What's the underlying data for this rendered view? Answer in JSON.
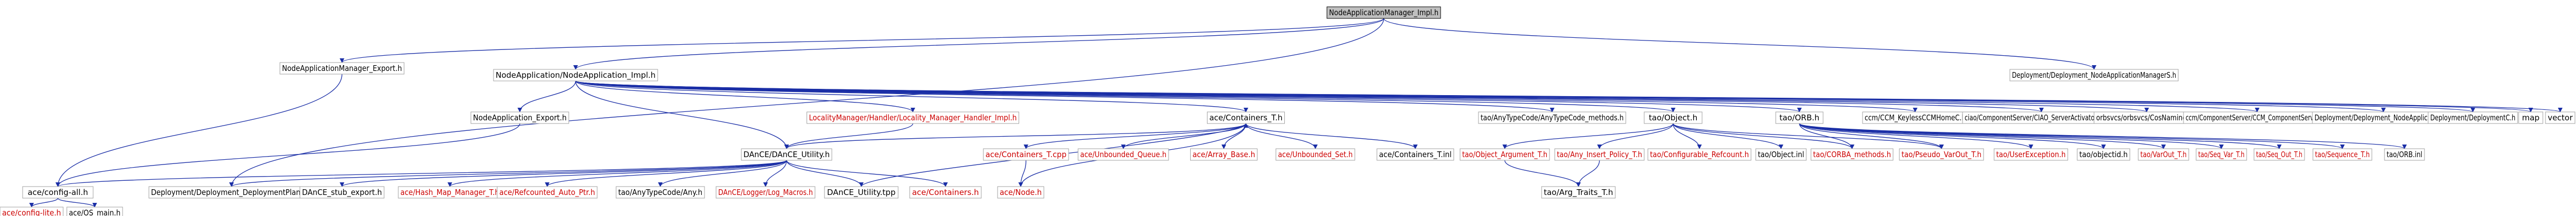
{
  "graph": {
    "title": "include dependency graph",
    "colors": {
      "edge": "#1a2ea6",
      "root_fill": "#bfbfbf",
      "node_border": "#a2a2a2",
      "red_text": "#cc0000"
    },
    "nodes": [
      {
        "id": "root",
        "label": "NodeApplicationManager_Impl.h",
        "style": "root"
      },
      {
        "id": "nam_export",
        "label": "NodeApplicationManager_Export.h",
        "style": "normal"
      },
      {
        "id": "nai",
        "label": "NodeApplication/NodeApplication_Impl.h",
        "style": "normal"
      },
      {
        "id": "dd_namS",
        "label": "Deployment/Deployment_NodeApplicationManagerS.h",
        "style": "normal"
      },
      {
        "id": "lm_handler",
        "label": "LocalityManager/Handler/Locality_Manager_Handler_Impl.h",
        "style": "red"
      },
      {
        "id": "na_export",
        "label": "NodeApplication_Export.h",
        "style": "normal"
      },
      {
        "id": "containers",
        "label": "ace/Containers_T.h",
        "style": "normal"
      },
      {
        "id": "anytypecode_methods",
        "label": "tao/AnyTypeCode/AnyTypeCode_methods.h",
        "style": "normal"
      },
      {
        "id": "tao_object",
        "label": "tao/Object.h",
        "style": "normal"
      },
      {
        "id": "tao_orb",
        "label": "tao/ORB.h",
        "style": "normal"
      },
      {
        "id": "ccm_keys",
        "label": "ccm/CCM_KeylessCCMHomeC.h",
        "style": "normal"
      },
      {
        "id": "ciao_server",
        "label": "ciao/ComponentServer/CIAO_ServerActivator_Impl.h",
        "style": "normal"
      },
      {
        "id": "orbsvcs",
        "label": "orbsvcs/orbsvcs/CosNamingC.h",
        "style": "normal"
      },
      {
        "id": "ccm_cs",
        "label": "ccm/ComponentServer/CCM_ComponentServerC.h",
        "style": "normal"
      },
      {
        "id": "dd_na",
        "label": "Deployment/Deployment_NodeApplicationS.h",
        "style": "normal"
      },
      {
        "id": "dd_c",
        "label": "Deployment/DeploymentC.h",
        "style": "normal"
      },
      {
        "id": "map",
        "label": "map",
        "style": "normal"
      },
      {
        "id": "vector",
        "label": "vector",
        "style": "normal"
      },
      {
        "id": "dance_utility",
        "label": "DAnCE/DAnCE_Utility.h",
        "style": "normal"
      },
      {
        "id": "containers_cpp",
        "label": "ace/Containers_T.cpp",
        "style": "red"
      },
      {
        "id": "unbounded_queue",
        "label": "ace/Unbounded_Queue.h",
        "style": "red"
      },
      {
        "id": "array_base",
        "label": "ace/Array_Base.h",
        "style": "red"
      },
      {
        "id": "unbounded_set",
        "label": "ace/Unbounded_Set.h",
        "style": "red"
      },
      {
        "id": "containers_inl",
        "label": "ace/Containers_T.inl",
        "style": "normal"
      },
      {
        "id": "object_argument",
        "label": "tao/Object_Argument_T.h",
        "style": "red"
      },
      {
        "id": "any_insert",
        "label": "tao/Any_Insert_Policy_T.h",
        "style": "red"
      },
      {
        "id": "configurable_refcount",
        "label": "tao/Configurable_Refcount.h",
        "style": "red"
      },
      {
        "id": "object_inl",
        "label": "tao/Object.inl",
        "style": "normal"
      },
      {
        "id": "corba_methods",
        "label": "tao/CORBA_methods.h",
        "style": "red"
      },
      {
        "id": "pseudo_var_out",
        "label": "tao/Pseudo_VarOut_T.h",
        "style": "red"
      },
      {
        "id": "user_exception",
        "label": "tao/UserException.h",
        "style": "red"
      },
      {
        "id": "objectid",
        "label": "tao/objectid.h",
        "style": "normal"
      },
      {
        "id": "var_out",
        "label": "tao/VarOut_T.h",
        "style": "red"
      },
      {
        "id": "seq_var",
        "label": "tao/Seq_Var_T.h",
        "style": "red"
      },
      {
        "id": "seq_out",
        "label": "tao/Seq_Out_T.h",
        "style": "red"
      },
      {
        "id": "sequence_t",
        "label": "tao/Sequence_T.h",
        "style": "red"
      },
      {
        "id": "orb_inl",
        "label": "tao/ORB.inl",
        "style": "normal"
      },
      {
        "id": "config_all",
        "label": "ace/config-all.h",
        "style": "normal"
      },
      {
        "id": "dd_planc",
        "label": "Deployment/Deployment_DeploymentPlanC.h",
        "style": "normal"
      },
      {
        "id": "dance_export",
        "label": "DAnCE_stub_export.h",
        "style": "normal"
      },
      {
        "id": "hash_map",
        "label": "ace/Hash_Map_Manager_T.h",
        "style": "red"
      },
      {
        "id": "refcounted_auto",
        "label": "ace/Refcounted_Auto_Ptr.h",
        "style": "red"
      },
      {
        "id": "anytypecode_any",
        "label": "tao/AnyTypeCode/Any.h",
        "style": "normal"
      },
      {
        "id": "dance_logger",
        "label": "DAnCE/Logger/Log_Macros.h",
        "style": "red"
      },
      {
        "id": "dance_utility_tpp",
        "label": "DAnCE_Utility.tpp",
        "style": "normal"
      },
      {
        "id": "ace_containers",
        "label": "ace/Containers.h",
        "style": "red"
      },
      {
        "id": "ace_node",
        "label": "ace/Node.h",
        "style": "red"
      },
      {
        "id": "arg_traits",
        "label": "tao/Arg_Traits_T.h",
        "style": "normal"
      },
      {
        "id": "config_lite",
        "label": "ace/config-lite.h",
        "style": "red"
      },
      {
        "id": "os_main",
        "label": "ace/OS_main.h",
        "style": "normal"
      }
    ],
    "edges": [
      [
        "root",
        "nam_export"
      ],
      [
        "root",
        "nai"
      ],
      [
        "root",
        "dd_namS"
      ],
      [
        "root",
        "dd_planc"
      ],
      [
        "nam_export",
        "config_all"
      ],
      [
        "nai",
        "lm_handler"
      ],
      [
        "nai",
        "na_export"
      ],
      [
        "nai",
        "containers"
      ],
      [
        "nai",
        "anytypecode_methods"
      ],
      [
        "nai",
        "tao_object"
      ],
      [
        "nai",
        "tao_orb"
      ],
      [
        "nai",
        "ccm_keys"
      ],
      [
        "nai",
        "ciao_server"
      ],
      [
        "nai",
        "orbsvcs"
      ],
      [
        "nai",
        "ccm_cs"
      ],
      [
        "nai",
        "dd_na"
      ],
      [
        "nai",
        "dd_c"
      ],
      [
        "nai",
        "map"
      ],
      [
        "nai",
        "vector"
      ],
      [
        "nai",
        "dance_utility"
      ],
      [
        "lm_handler",
        "dance_utility"
      ],
      [
        "na_export",
        "config_all"
      ],
      [
        "containers",
        "containers_cpp"
      ],
      [
        "containers",
        "unbounded_queue"
      ],
      [
        "containers",
        "array_base"
      ],
      [
        "containers",
        "unbounded_set"
      ],
      [
        "containers",
        "containers_inl"
      ],
      [
        "containers",
        "ace_node"
      ],
      [
        "tao_object",
        "object_argument"
      ],
      [
        "tao_object",
        "any_insert"
      ],
      [
        "tao_object",
        "configurable_refcount"
      ],
      [
        "tao_object",
        "object_inl"
      ],
      [
        "tao_object",
        "corba_methods"
      ],
      [
        "tao_object",
        "pseudo_var_out"
      ],
      [
        "tao_orb",
        "user_exception"
      ],
      [
        "tao_orb",
        "objectid"
      ],
      [
        "tao_orb",
        "var_out"
      ],
      [
        "tao_orb",
        "seq_var"
      ],
      [
        "tao_orb",
        "seq_out"
      ],
      [
        "tao_orb",
        "sequence_t"
      ],
      [
        "tao_orb",
        "orb_inl"
      ],
      [
        "tao_orb",
        "pseudo_var_out"
      ],
      [
        "tao_orb",
        "corba_methods"
      ],
      [
        "any_insert",
        "arg_traits"
      ],
      [
        "object_argument",
        "arg_traits"
      ],
      [
        "dance_utility",
        "config_all"
      ],
      [
        "dance_utility",
        "dd_planc"
      ],
      [
        "dance_utility",
        "dance_export"
      ],
      [
        "dance_utility",
        "hash_map"
      ],
      [
        "dance_utility",
        "refcounted_auto"
      ],
      [
        "dance_utility",
        "anytypecode_any"
      ],
      [
        "dance_utility",
        "dance_logger"
      ],
      [
        "dance_utility",
        "dance_utility_tpp"
      ],
      [
        "dance_utility",
        "ace_containers"
      ],
      [
        "dance_utility",
        "containers"
      ],
      [
        "dance_utility_tpp",
        "containers"
      ],
      [
        "containers_cpp",
        "ace_node"
      ],
      [
        "config_all",
        "config_lite"
      ],
      [
        "config_all",
        "os_main"
      ]
    ]
  }
}
